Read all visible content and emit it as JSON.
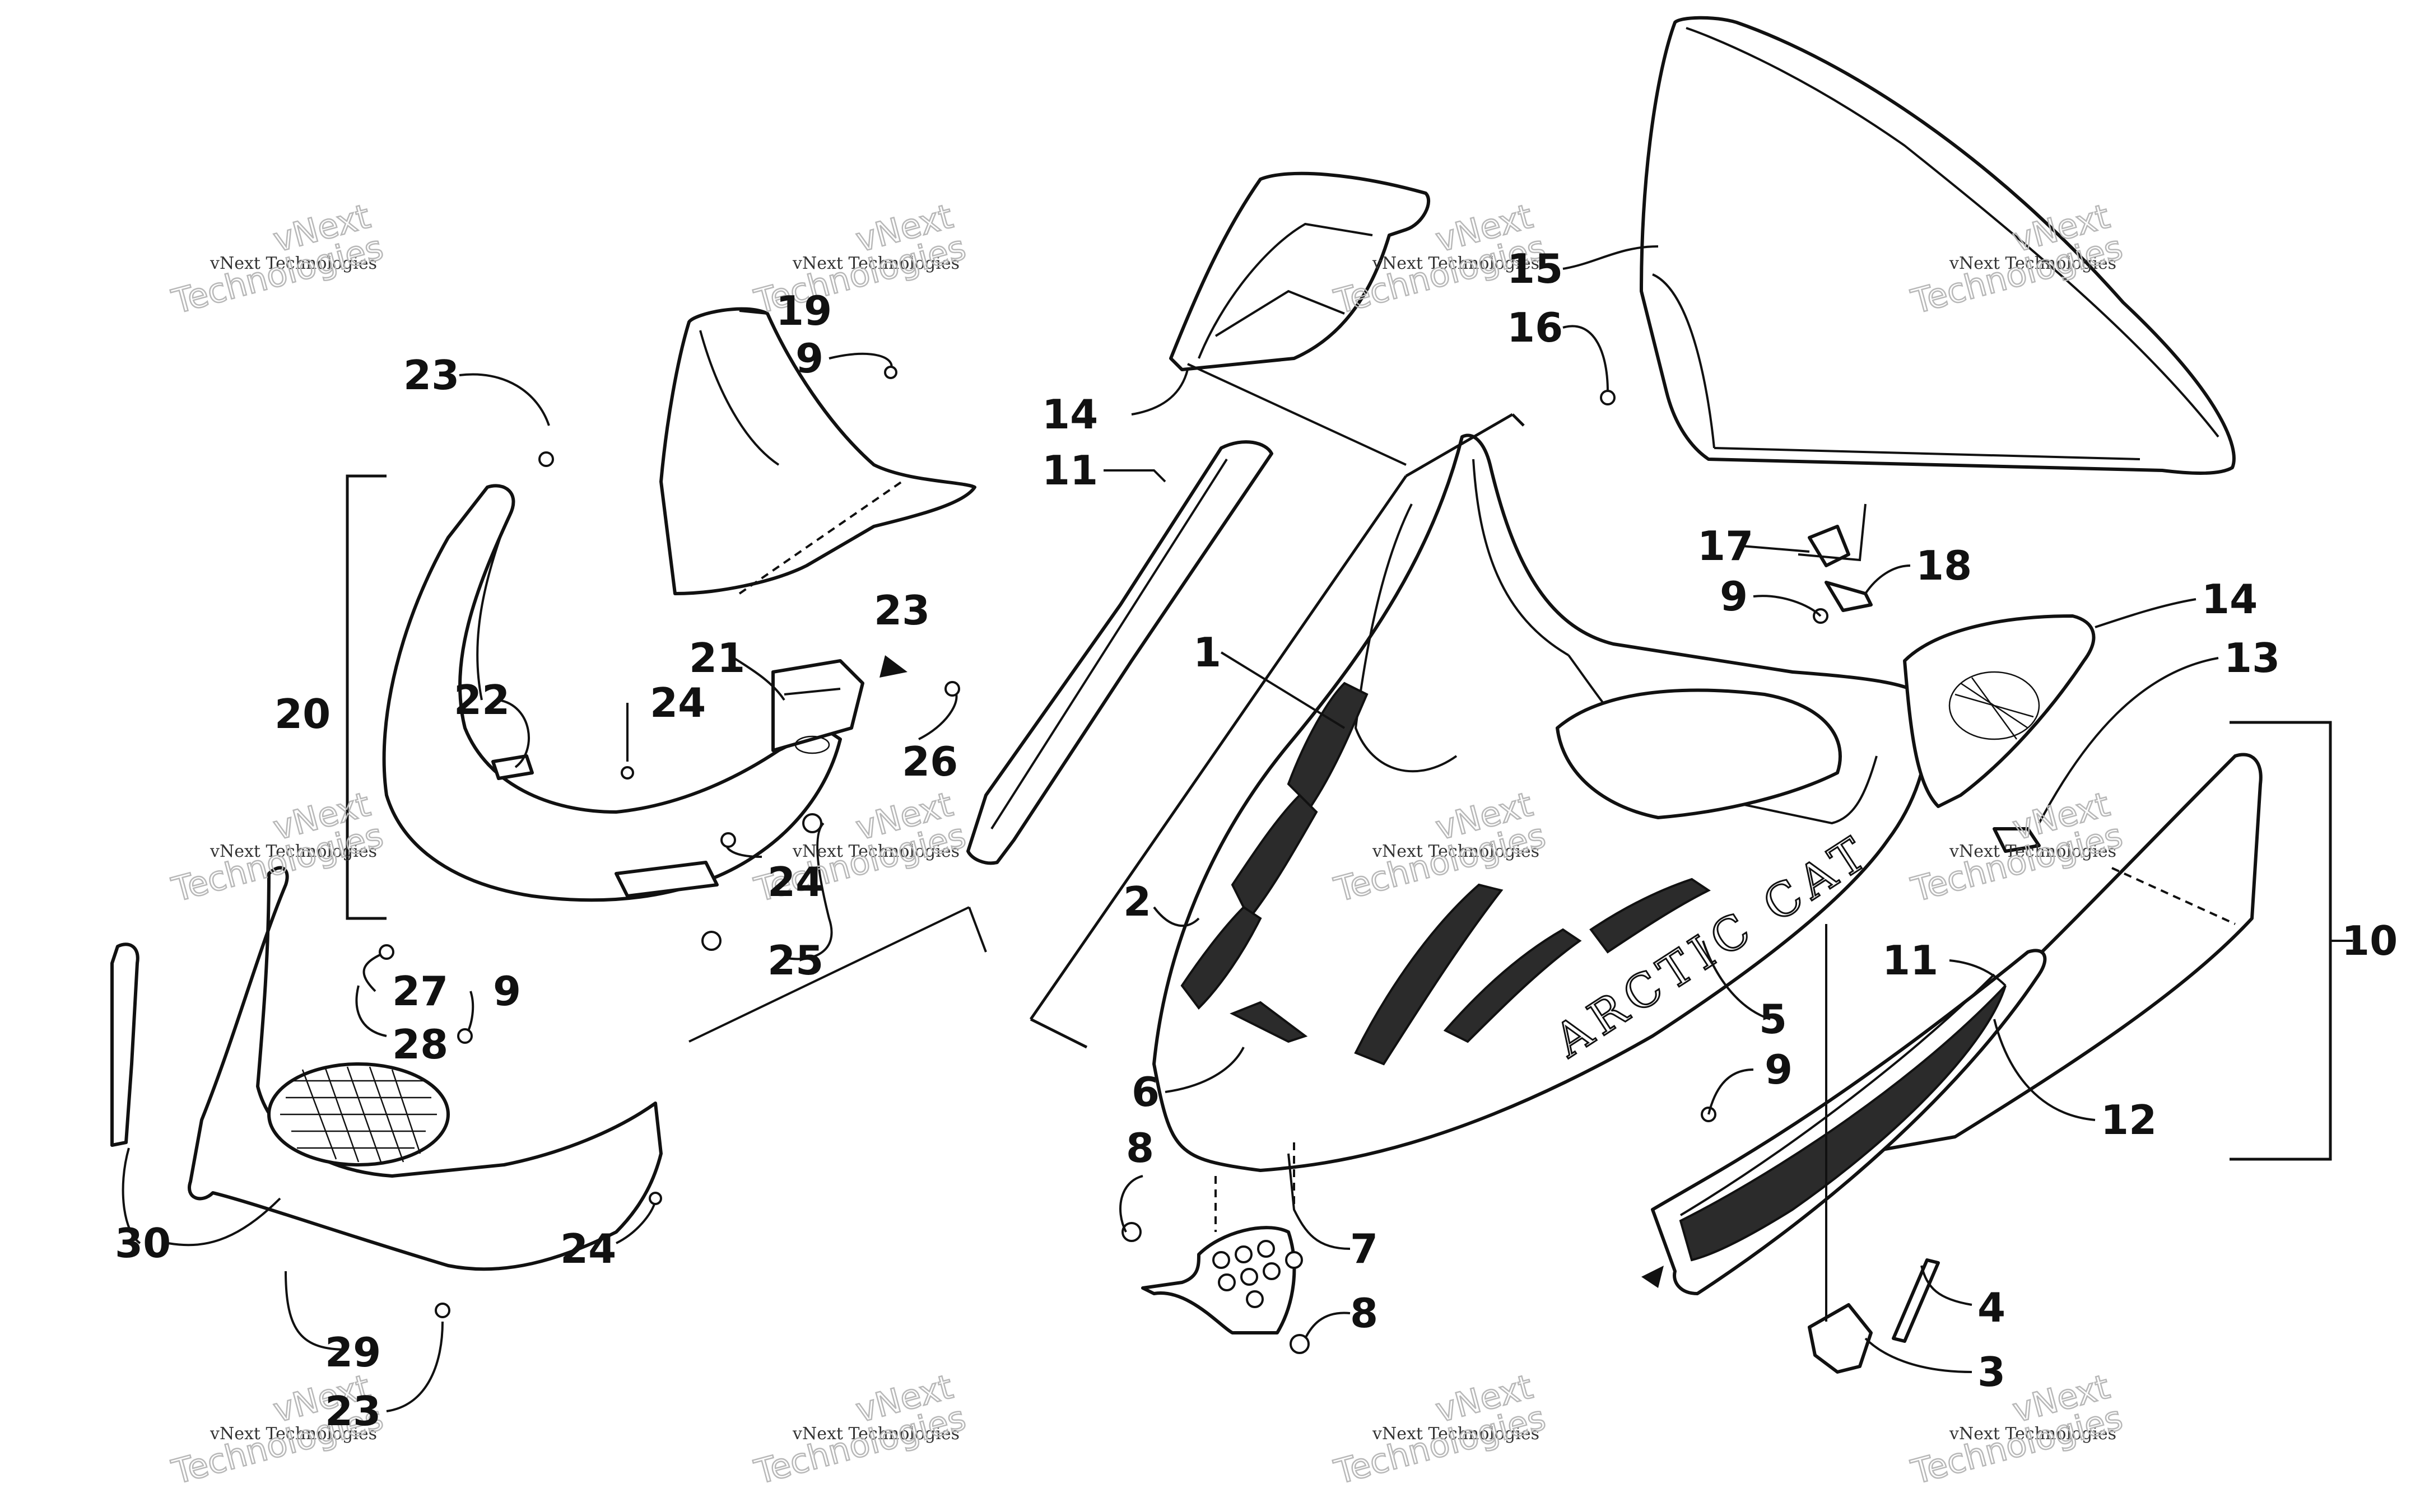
{
  "brand_text": "ARCTIC CAT",
  "watermark": {
    "line1": "vNext Technologies",
    "line2": "vNext",
    "line3": "Technologies"
  },
  "callouts": [
    {
      "id": "c1",
      "label": "1"
    },
    {
      "id": "c2",
      "label": "2"
    },
    {
      "id": "c3",
      "label": "3"
    },
    {
      "id": "c4",
      "label": "4"
    },
    {
      "id": "c5",
      "label": "5"
    },
    {
      "id": "c6",
      "label": "6"
    },
    {
      "id": "c7",
      "label": "7"
    },
    {
      "id": "c8a",
      "label": "8"
    },
    {
      "id": "c8b",
      "label": "8"
    },
    {
      "id": "c9a",
      "label": "9"
    },
    {
      "id": "c9b",
      "label": "9"
    },
    {
      "id": "c9c",
      "label": "9"
    },
    {
      "id": "c9d",
      "label": "9"
    },
    {
      "id": "c10",
      "label": "10"
    },
    {
      "id": "c11a",
      "label": "11"
    },
    {
      "id": "c11b",
      "label": "11"
    },
    {
      "id": "c12",
      "label": "12"
    },
    {
      "id": "c13",
      "label": "13"
    },
    {
      "id": "c14a",
      "label": "14"
    },
    {
      "id": "c14b",
      "label": "14"
    },
    {
      "id": "c15",
      "label": "15"
    },
    {
      "id": "c16",
      "label": "16"
    },
    {
      "id": "c17",
      "label": "17"
    },
    {
      "id": "c18",
      "label": "18"
    },
    {
      "id": "c19",
      "label": "19"
    },
    {
      "id": "c20",
      "label": "20"
    },
    {
      "id": "c21",
      "label": "21"
    },
    {
      "id": "c22",
      "label": "22"
    },
    {
      "id": "c23a",
      "label": "23"
    },
    {
      "id": "c23b",
      "label": "23"
    },
    {
      "id": "c23c",
      "label": "23"
    },
    {
      "id": "c24a",
      "label": "24"
    },
    {
      "id": "c24b",
      "label": "24"
    },
    {
      "id": "c24c",
      "label": "24"
    },
    {
      "id": "c25",
      "label": "25"
    },
    {
      "id": "c26",
      "label": "26"
    },
    {
      "id": "c27",
      "label": "27"
    },
    {
      "id": "c28",
      "label": "28"
    },
    {
      "id": "c29",
      "label": "29"
    },
    {
      "id": "c30",
      "label": "30"
    }
  ]
}
